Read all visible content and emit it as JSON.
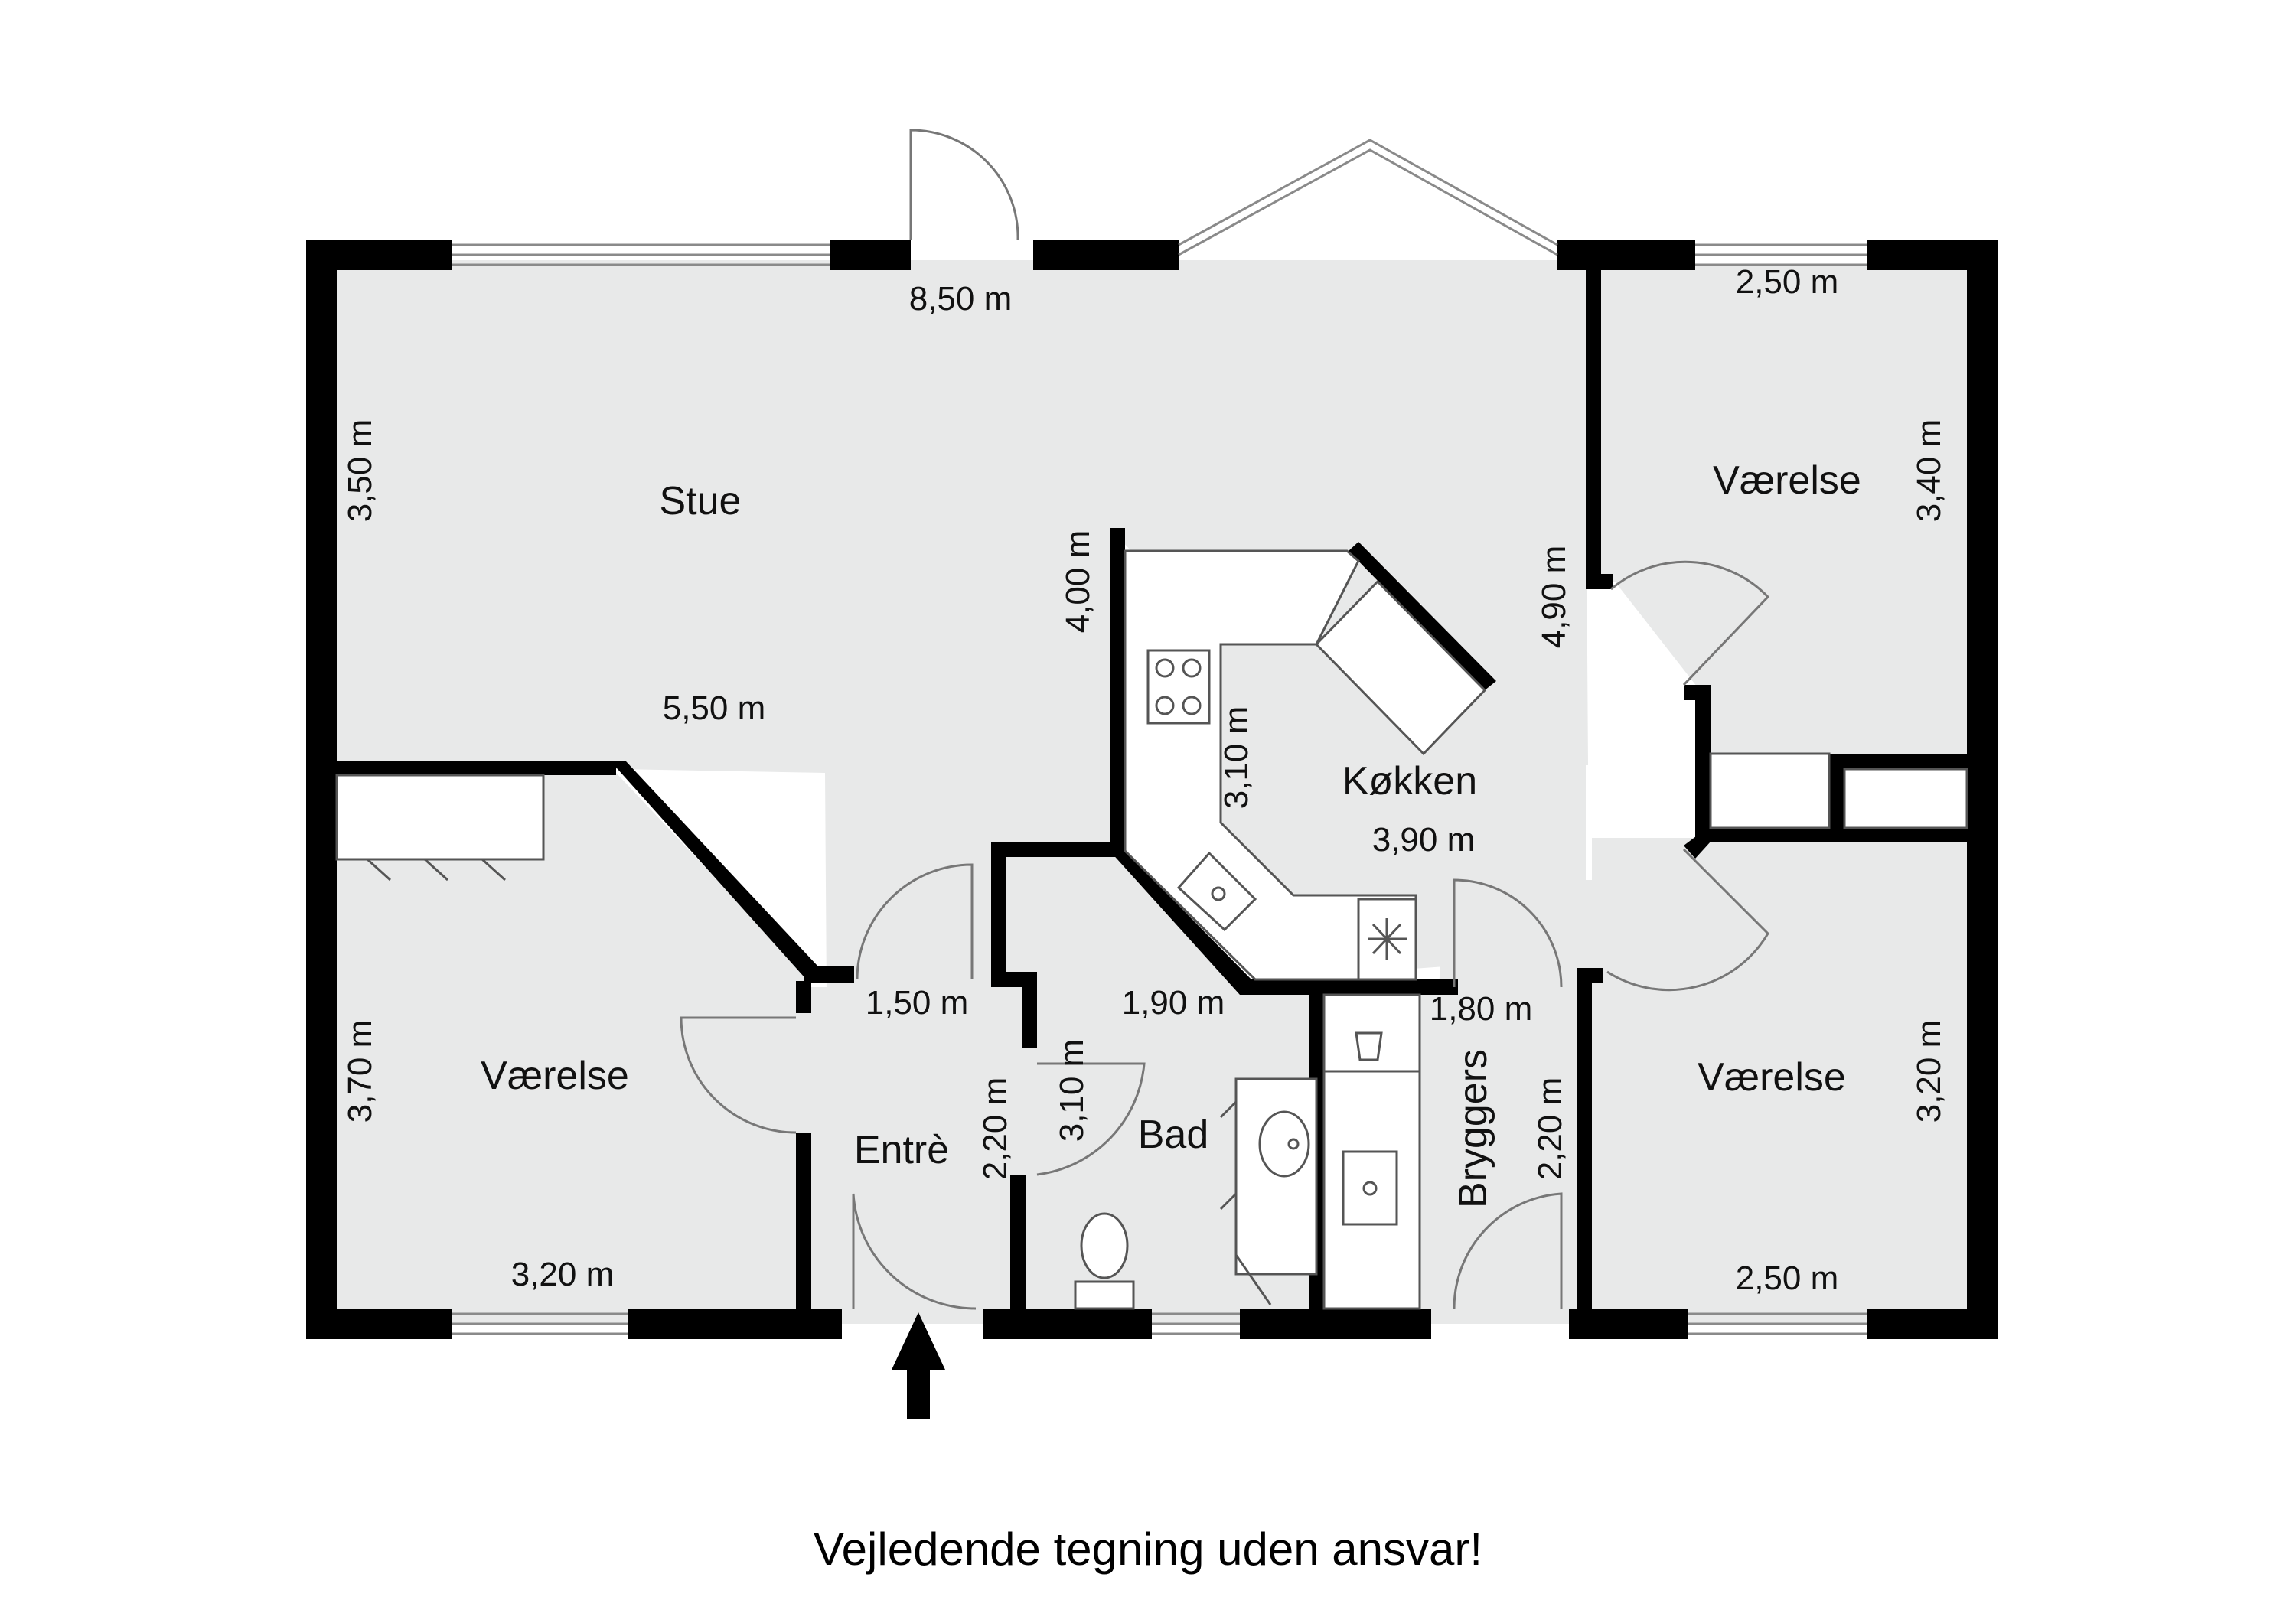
{
  "rooms": {
    "stue": "Stue",
    "vaerelse_left": "Værelse",
    "entre": "Entrè",
    "bad": "Bad",
    "kokken": "Køkken",
    "bryggers": "Bryggers",
    "vaerelse_top_right": "Værelse",
    "vaerelse_bottom_right": "Værelse"
  },
  "dimensions": {
    "stue_width": "8,50 m",
    "stue_height": "3,50 m",
    "stue_inner": "5,50 m",
    "kitchen_wall": "4,00 m",
    "kitchen_inner_height": "3,10 m",
    "kitchen_width": "3,90 m",
    "left_room_height": "3,70 m",
    "left_room_width": "3,20 m",
    "entre_width": "1,50 m",
    "entre_height": "2,20 m",
    "bad_width": "1,90 m",
    "bad_height": "3,10 m",
    "bryggers_width": "1,80 m",
    "bryggers_height": "2,20 m",
    "top_right_width": "2,50 m",
    "top_right_height": "3,40 m",
    "hall_height": "4,90 m",
    "bottom_right_height": "3,20 m",
    "bottom_right_width": "2,50 m"
  },
  "icons": {
    "entrance": "entrance-arrow-icon",
    "stove": "stove-icon",
    "sink": "sink-icon",
    "toilet": "toilet-icon",
    "washer": "washing-machine-icon",
    "fan": "fan-icon"
  },
  "colors": {
    "floor": "#e8e9e9",
    "wall": "#000000"
  },
  "disclaimer": "Vejledende tegning uden ansvar!"
}
